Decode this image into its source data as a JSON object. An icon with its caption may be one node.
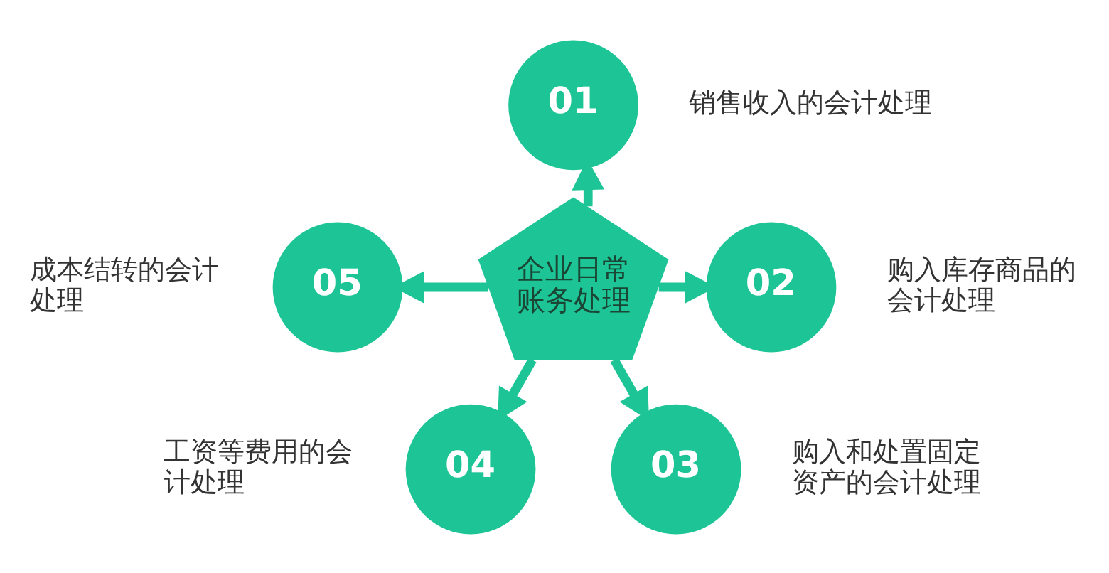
{
  "diagram": {
    "nodes": [
      {
        "text": [
          "企业日常账务处理"
        ]
      },
      {
        "text": [
          "01"
        ],
        "beside": [
          "销售收入的会计处理"
        ]
      },
      {
        "text": [
          "02"
        ],
        "beside": [
          "购入库存商品的会计处理"
        ]
      },
      {
        "text": [
          "03"
        ],
        "beside": [
          "购入和处置固定资产的会计处理"
        ]
      },
      {
        "text": [
          "04"
        ],
        "beside": [
          "工资等费用的会计处理"
        ]
      },
      {
        "text": [
          "05"
        ],
        "beside": [
          "成本结转的会计处理"
        ]
      }
    ],
    "edges": [
      {
        "from": 0,
        "to": 1,
        "arrow": "to"
      },
      {
        "from": 0,
        "to": 2,
        "arrow": "to"
      },
      {
        "from": 0,
        "to": 3,
        "arrow": "to"
      },
      {
        "from": 0,
        "to": 4,
        "arrow": "to"
      },
      {
        "from": 0,
        "to": 5,
        "arrow": "to"
      }
    ]
  }
}
